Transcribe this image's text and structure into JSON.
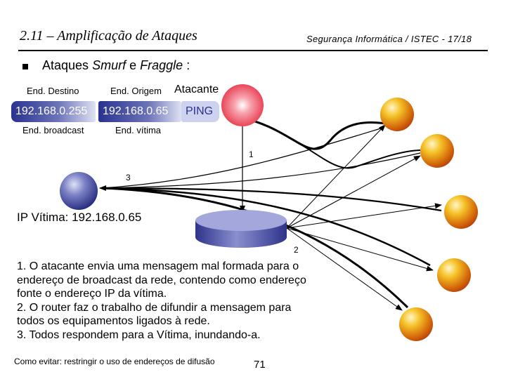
{
  "header": {
    "title": "2.11 – Amplificação de Ataques",
    "right_text": "Segurança Informática / ISTEC - 17/18"
  },
  "bullet": {
    "prefix": "Ataques",
    "smurf": "Smurf",
    "and": "e",
    "fraggle": "Fraggle",
    "suffix": ":"
  },
  "packet": {
    "dest_label": "End. Destino",
    "origin_label": "End. Origem",
    "attacker_label": "Atacante",
    "dest_ip": "192.168.0.255",
    "origin_ip": "192.168.0.65",
    "type": "PING",
    "broadcast_label": "End. broadcast",
    "victim_label": "End. vítima"
  },
  "steps_markers": {
    "one": "1",
    "two": "2",
    "three": "3"
  },
  "victim_ip": "IP Vítima: 192.168.0.65",
  "steps": [
    "1. O atacante envia uma mensagem mal formada para o",
    "endereço de broadcast da rede, contendo como endereço",
    "fonte o endereço IP da vítima.",
    "2. O router faz o trabalho de difundir a mensagem para",
    "todos os equipamentos ligados à rede.",
    "3. Todos respondem para a Vítima, inundando-a."
  ],
  "footer_note": "Como evitar: restringir o uso de endereços de difusão",
  "page_number": "71",
  "colors": {
    "attacker": "#e8364a",
    "victim": "#3a3f9a",
    "router": "#4a4fa6",
    "host": "#e8a70a",
    "packet": "#2a3290"
  }
}
